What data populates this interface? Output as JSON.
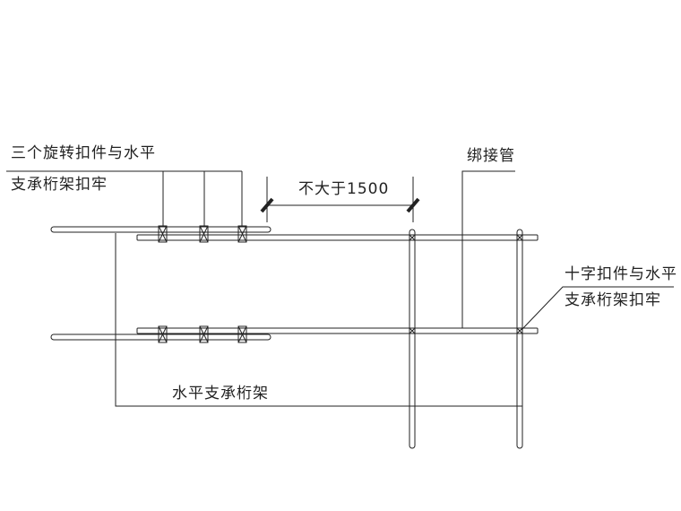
{
  "labels": {
    "three_clamps_line1": "三个旋转扣件与水平",
    "three_clamps_line2": "支承桁架扣牢",
    "dimension": "不大于1500",
    "binding_pipe": "绑接管",
    "cross_clamp_line1": "十字扣件与水平",
    "cross_clamp_line2": "支承桁架扣牢",
    "horizontal_truss": "水平支承桁架"
  },
  "colors": {
    "line": "#222222",
    "background": "#ffffff"
  }
}
